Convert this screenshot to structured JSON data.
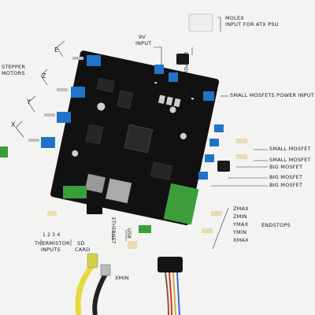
{
  "labels": {
    "molex": "MOLEX",
    "molex_sub": "INPUT FOR ATX PSU",
    "v9_input_line1": "9V",
    "v9_input_line2": "INPUT",
    "usb_power_input": "USB POWER INPUT",
    "stepper_motors_line1": "STEPPER",
    "stepper_motors_line2": "MOTORS",
    "axis_e": "E",
    "axis_z": "Z",
    "axis_y": "Y",
    "axis_x": "X",
    "small_mosfets_power_input": "SMALL MOSFETS POWER INPUT",
    "small_mosfet_1": "SMALL MOSFET",
    "small_mosfet_2": "SMALL MOSFET",
    "big_mosfet_1": "BIG MOSFET",
    "big_mosfet_2": "BIG MOSFET",
    "big_mosfet_3": "BIG MOSFET",
    "endstops": "ENDSTOPS",
    "zmax": "ZMAX",
    "zmin": "ZMIN",
    "ymax": "YMAX",
    "ymin": "YMIN",
    "xmax": "XMAX",
    "thermistor_numbers": "1  2  3  4",
    "thermistor_line1": "THERMISTOR",
    "thermistor_line2": "INPUTS",
    "sd_line1": "SD",
    "sd_line2": "CARD",
    "ethernet": "ETHERNET",
    "usb": "USB",
    "xmin": "XMIN"
  },
  "colors": {
    "background": "#f3f3f1",
    "pcb": "#111111",
    "terminal_blue": "#1f74c9",
    "terminal_green": "#3b9e3a",
    "cable_yellow": "#e8d93a",
    "ink": "#1a1a1a"
  }
}
